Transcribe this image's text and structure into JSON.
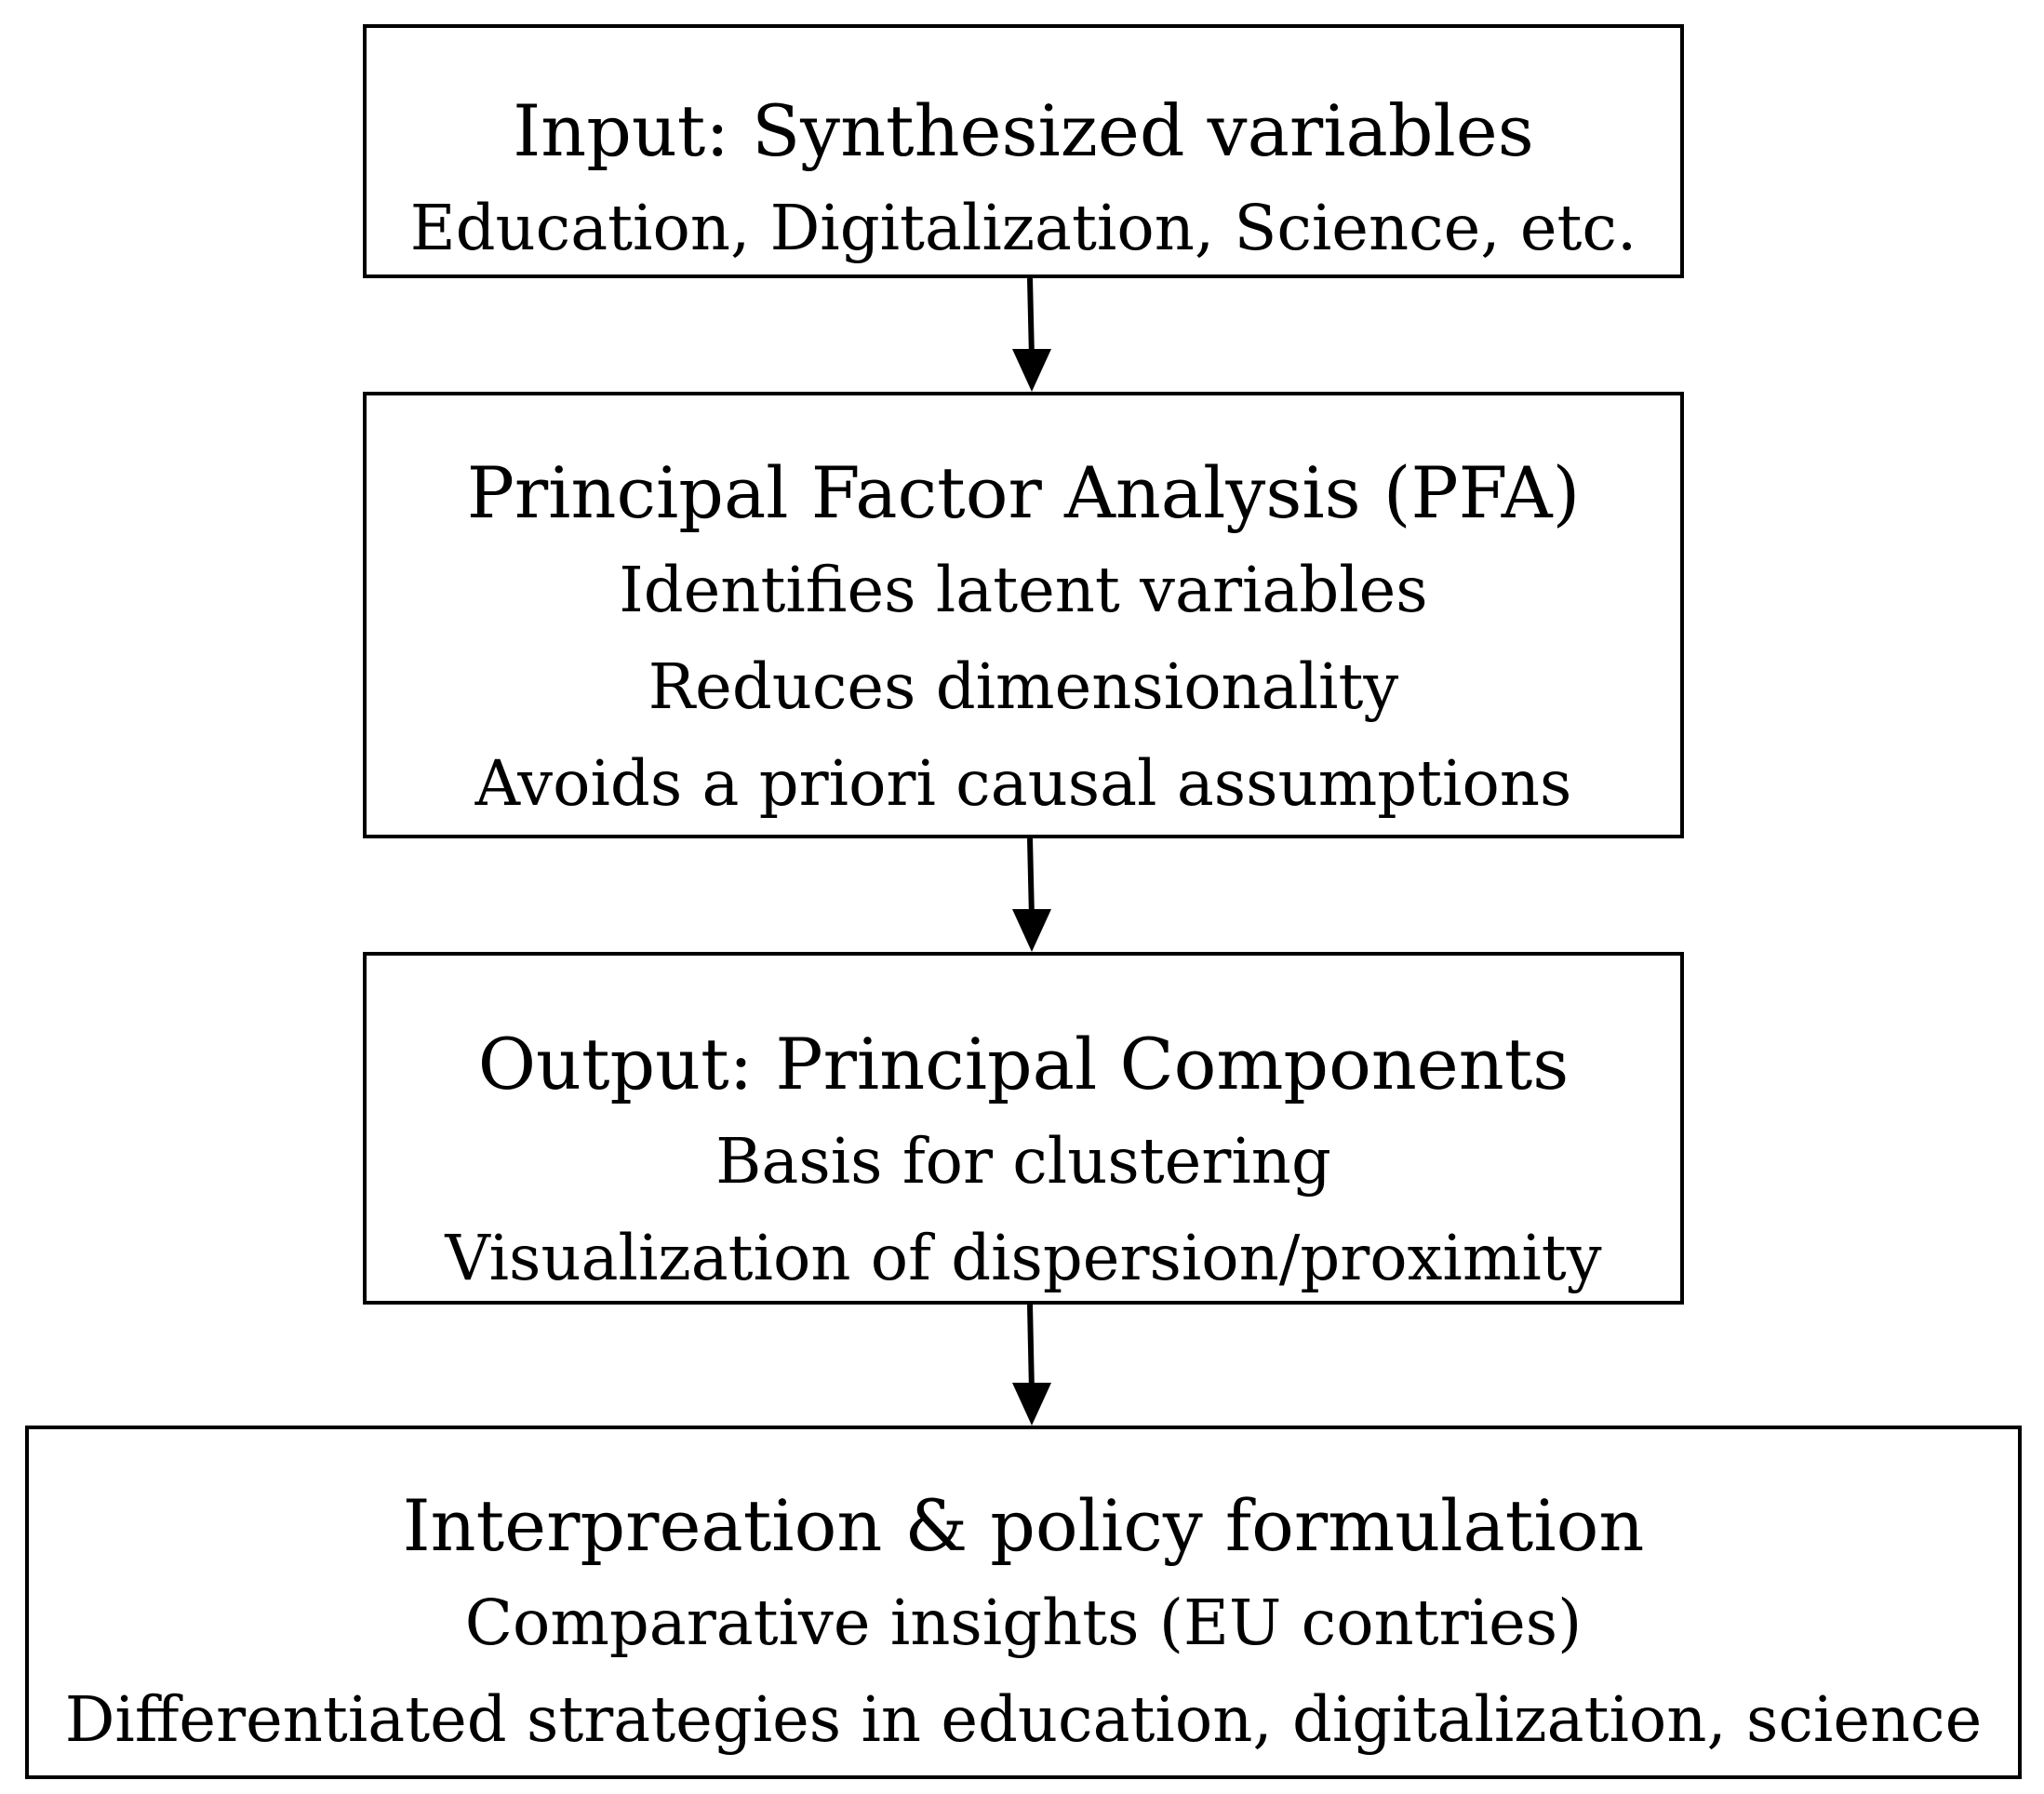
{
  "diagram": {
    "input": {
      "title": "Input: Synthesized variables",
      "lines": [
        "Education, Digitalization, Science, etc."
      ]
    },
    "pfa": {
      "title": "Principal Factor Analysis (PFA)",
      "lines": [
        "Identifies latent variables",
        "Reduces dimensionality",
        "Avoids a priori causal assumptions"
      ]
    },
    "output": {
      "title": "Output: Principal Components",
      "lines": [
        "Basis for clustering",
        "Visualization of dispersion/proximity"
      ]
    },
    "interpretation": {
      "title": "Interpreation & policy formulation",
      "lines": [
        "Comparative insights (EU contries)",
        "Differentiated strategies in education, digitalization, science"
      ]
    }
  }
}
